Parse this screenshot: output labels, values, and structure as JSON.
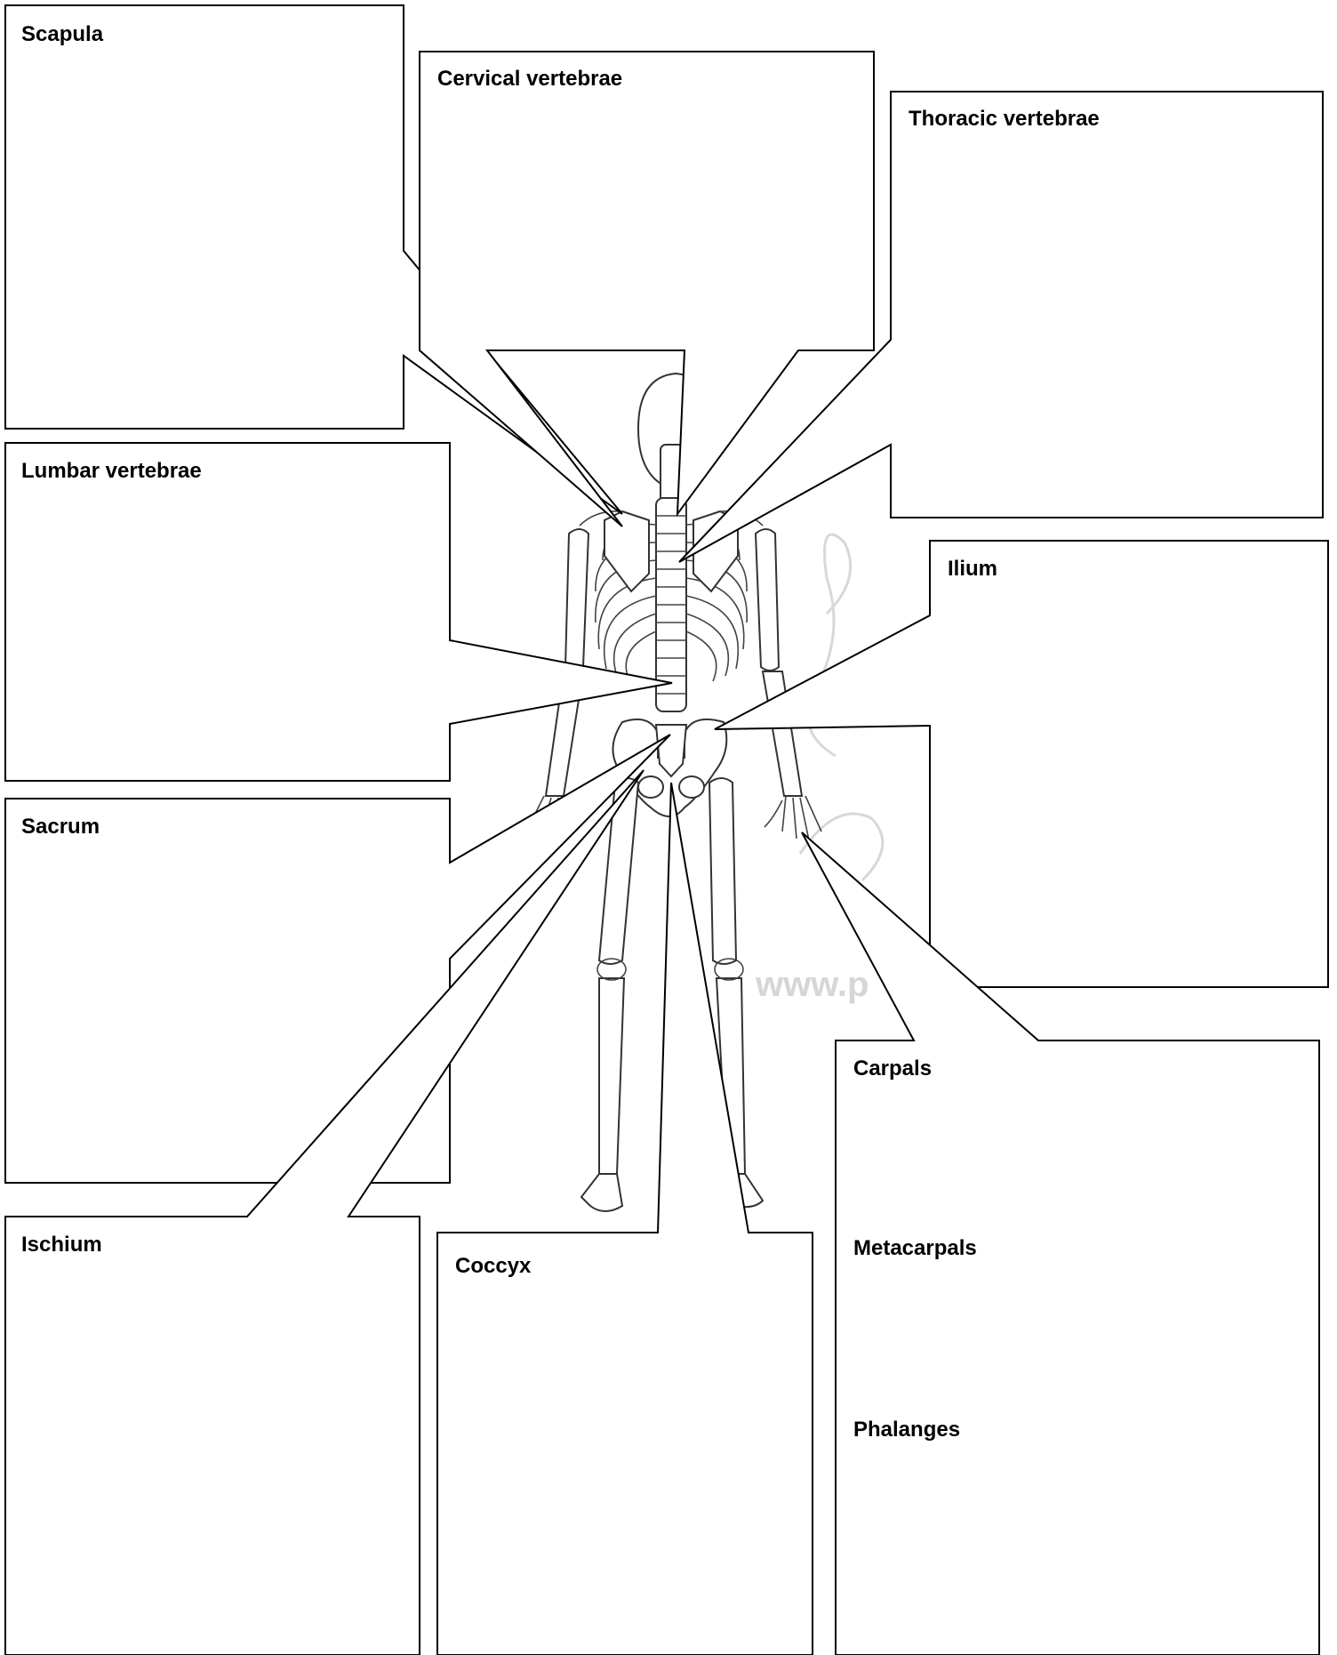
{
  "labels": {
    "scapula": "Scapula",
    "cervical": "Cervical vertebrae",
    "thoracic": "Thoracic vertebrae",
    "lumbar": "Lumbar vertebrae",
    "ilium": "Ilium",
    "sacrum": "Sacrum",
    "carpals": "Carpals",
    "metacarpals": "Metacarpals",
    "phalanges": "Phalanges",
    "ischium": "Ischium",
    "coccyx": "Coccyx"
  }
}
